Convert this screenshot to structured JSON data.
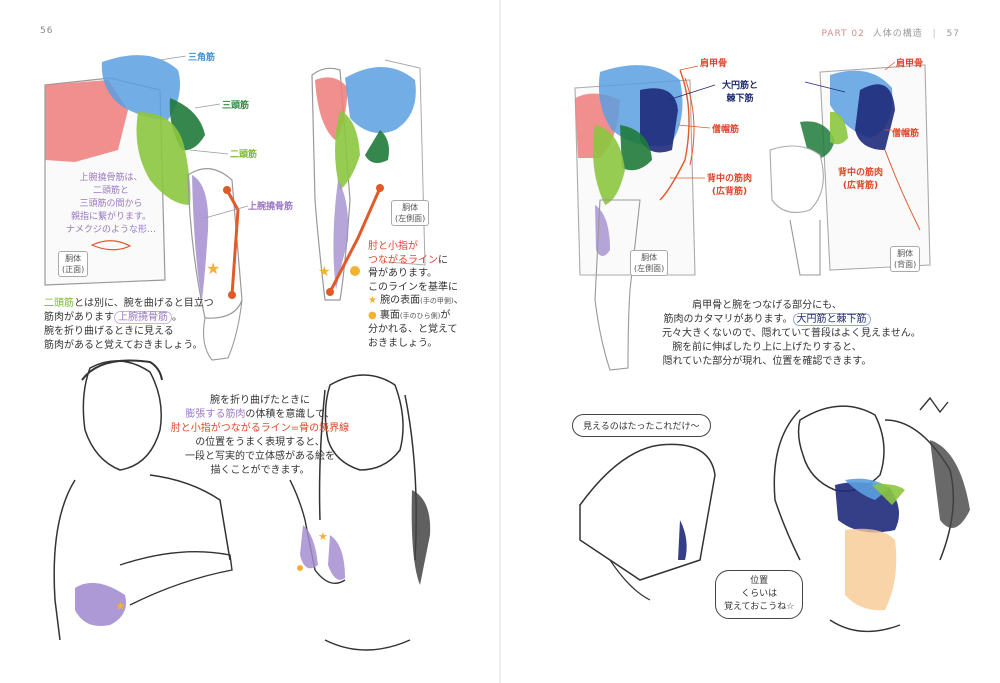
{
  "left_page": {
    "page_number": "56",
    "labels": {
      "deltoid": "三角筋",
      "triceps": "三頭筋",
      "biceps": "二頭筋",
      "brachioradialis": "上腕撓骨筋"
    },
    "note_brachioradialis": [
      "上腕撓骨筋は、",
      "二頭筋と",
      "三頭筋の間から",
      "親指に繋がります。",
      "ナメクジのような形…"
    ],
    "torso_front": [
      "胴体",
      "(正面)"
    ],
    "torso_side": [
      "胴体",
      "(左側面)"
    ],
    "para1": {
      "line1_a": "二頭筋",
      "line1_b": "とは別に、腕を曲げると目立つ",
      "line2_a": "筋肉があります",
      "line2_b": "上腕撓骨筋",
      "line2_c": "。",
      "line3": "腕を折り曲げるときに見える",
      "line4": "筋肉があると覚えておきましょう。"
    },
    "para2": {
      "line1_a": "肘と小指が",
      "line2_a": "つながるライン",
      "line2_b": "に",
      "line3": "骨があります。",
      "line4": "このラインを基準に",
      "line5_a": "腕の表面",
      "line5_b": "(手の甲側)",
      "line5_c": "、",
      "line6_a": "裏面",
      "line6_b": "(手のひら側)",
      "line6_c": "が",
      "line7": "分かれる、と覚えて",
      "line8": "おきましょう。"
    },
    "para3": {
      "line1": "腕を折り曲げたときに",
      "line2_a": "膨張する筋肉",
      "line2_b": "の体積を意識して、",
      "line3_a": "肘と小指がつながるライン=骨の境界線",
      "line4": "の位置をうまく表現すると、",
      "line5": "一段と写実的で立体感がある絵を",
      "line6": "描くことができます。"
    }
  },
  "right_page": {
    "page_number": "57",
    "header_part": "PART 02",
    "header_title": "人体の構造",
    "labels": {
      "scapula_1": "肩甲骨",
      "teres": "大円筋と",
      "teres_2": "棘下筋",
      "trapezius_1": "僧帽筋",
      "latissimus_1a": "背中の筋肉",
      "latissimus_1b": "(広背筋)",
      "scapula_2": "肩甲骨",
      "trapezius_2": "僧帽筋",
      "latissimus_2a": "背中の筋肉",
      "latissimus_2b": "(広背筋)"
    },
    "torso_side": [
      "胴体",
      "(左側面)"
    ],
    "torso_back": [
      "胴体",
      "(背面)"
    ],
    "para1": {
      "line1": "肩甲骨と腕をつなげる部分にも、",
      "line2_a": "筋肉のカタマリがあります。",
      "line2_b": "大円筋と棘下筋",
      "line3": "元々大きくないので、隠れていて普段はよく見えません。",
      "line4": "腕を前に伸ばしたり上に上げたりすると、",
      "line5": "隠れていた部分が現れ、位置を確認できます。"
    },
    "bubble1": "見えるのはたったこれだけ〜",
    "bubble2": [
      "位置",
      "くらいは",
      "覚えておこうね☆"
    ]
  },
  "colors": {
    "deltoid": "#5b9fe0",
    "triceps": "#1f7a3a",
    "biceps": "#8cc63f",
    "brachioradialis": "#a48ed0",
    "pectoral": "#ef7b7b",
    "bone_line": "#e05a2a",
    "teres": "#1e2a7a",
    "star": "#f2b233"
  }
}
